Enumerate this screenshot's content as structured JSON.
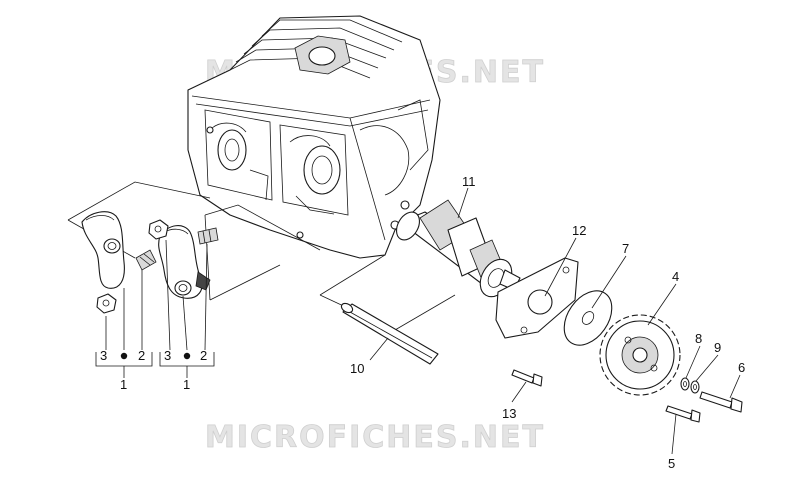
{
  "watermark": {
    "top": "MICROFICHES.NET",
    "bottom": "MICROFICHES.NET"
  },
  "callouts": {
    "p1_left": "1",
    "p1_right": "1",
    "p2_left": "2",
    "p2_right": "2",
    "p3_left": "3",
    "p3_right": "3",
    "p4": "4",
    "p5": "5",
    "p6": "6",
    "p7": "7",
    "p8": "8",
    "p9": "9",
    "p10": "10",
    "p11": "11",
    "p12": "12",
    "p13": "13"
  },
  "colors": {
    "line": "#1a1a1a",
    "watermark": "#e4e4e4"
  }
}
